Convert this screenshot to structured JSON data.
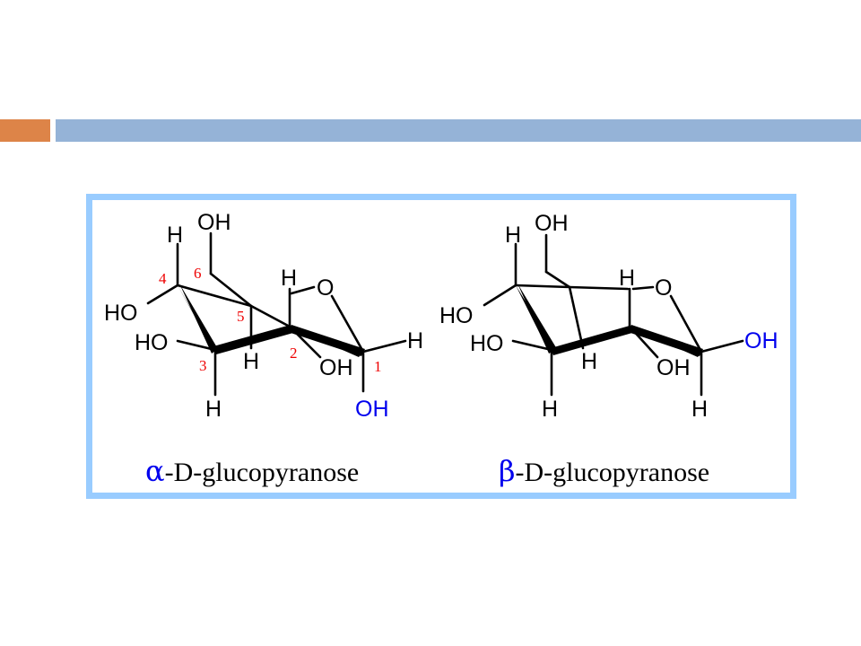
{
  "slide": {
    "colors": {
      "accent": "#dd8448",
      "bar": "#95b3d7",
      "frame": "#99ccff",
      "anomeric_oh": "#0000ee",
      "numbers": "#ee0000"
    }
  },
  "figure": {
    "alpha": {
      "greek": "α",
      "caption": "-D-glucopyranose",
      "atoms": {
        "h_top": "H",
        "oh_top": "OH",
        "h_c5": "H",
        "o_ring": "O",
        "ho_c4": "HO",
        "ho_c3": "HO",
        "h_c2": "H",
        "oh_c2": "OH",
        "h_c1": "H",
        "h_c3": "H",
        "oh_anomeric": "OH"
      },
      "numbers": {
        "n1": "1",
        "n2": "2",
        "n3": "3",
        "n4": "4",
        "n5": "5",
        "n6": "6"
      }
    },
    "beta": {
      "greek": "β",
      "caption": "-D-glucopyranose",
      "atoms": {
        "h_top": "H",
        "oh_top": "OH",
        "h_c5": "H",
        "o_ring": "O",
        "ho_c4": "HO",
        "ho_c3": "HO",
        "h_c2": "H",
        "oh_c2": "OH",
        "oh_anomeric": "OH",
        "h_c3": "H",
        "h_c1": "H"
      }
    }
  }
}
